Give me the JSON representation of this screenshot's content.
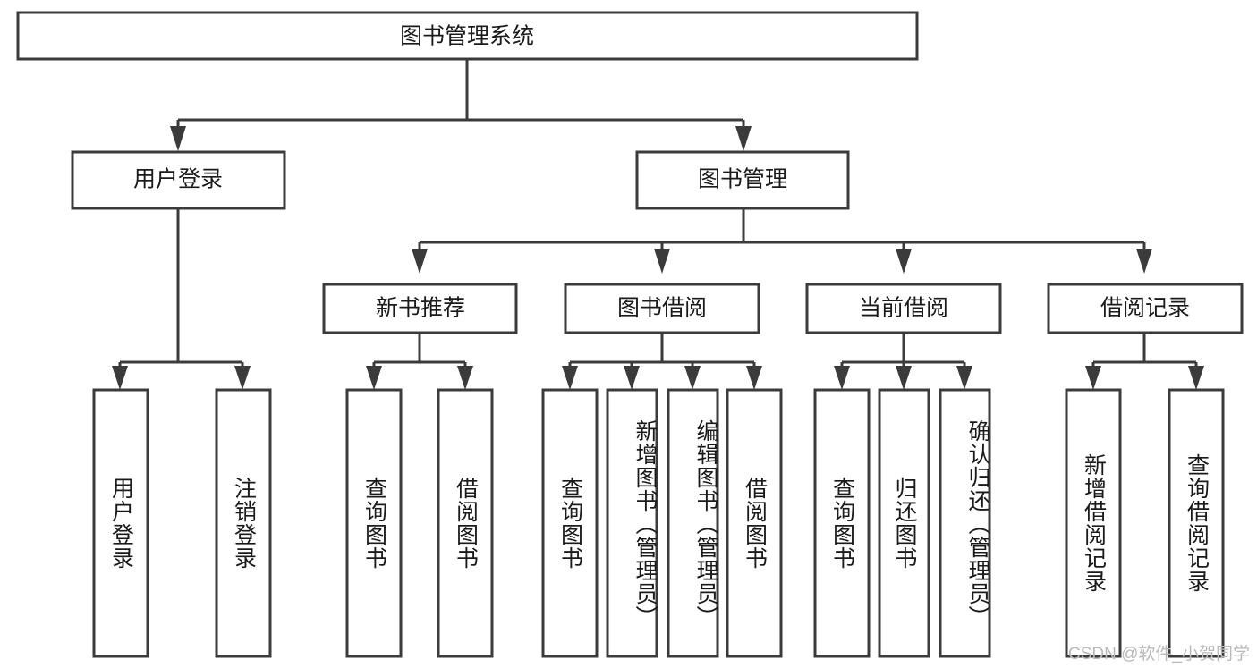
{
  "diagram": {
    "type": "tree-hierarchy",
    "title": "图书管理系统",
    "watermark": "CSDN @软件_小贺同学",
    "colors": {
      "stroke": "#3b3b3b",
      "fill": "#ffffff",
      "text": "#1a1a1a",
      "watermark": "#b9b9b9",
      "background": "#ffffff"
    },
    "levels": {
      "root": {
        "label": "图书管理系统"
      },
      "level2": [
        {
          "label": "用户登录"
        },
        {
          "label": "图书管理"
        }
      ],
      "level3": [
        {
          "label": "新书推荐",
          "parent": "图书管理"
        },
        {
          "label": "图书借阅",
          "parent": "图书管理"
        },
        {
          "label": "当前借阅",
          "parent": "图书管理"
        },
        {
          "label": "借阅记录",
          "parent": "图书管理"
        }
      ],
      "level4": [
        {
          "label": "用户登录",
          "parent": "用户登录"
        },
        {
          "label": "注销登录",
          "parent": "用户登录"
        },
        {
          "label": "查询图书",
          "parent": "新书推荐"
        },
        {
          "label": "借阅图书",
          "parent": "新书推荐"
        },
        {
          "label": "查询图书",
          "parent": "图书借阅"
        },
        {
          "label": "新增图书（管理员）",
          "parent": "图书借阅"
        },
        {
          "label": "编辑图书（管理员）",
          "parent": "图书借阅"
        },
        {
          "label": "借阅图书",
          "parent": "图书借阅"
        },
        {
          "label": "查询图书",
          "parent": "当前借阅"
        },
        {
          "label": "归还图书",
          "parent": "当前借阅"
        },
        {
          "label": "确认归还（管理员）",
          "parent": "当前借阅"
        },
        {
          "label": "新增借阅记录",
          "parent": "借阅记录"
        },
        {
          "label": "查询借阅记录",
          "parent": "借阅记录"
        }
      ]
    }
  }
}
